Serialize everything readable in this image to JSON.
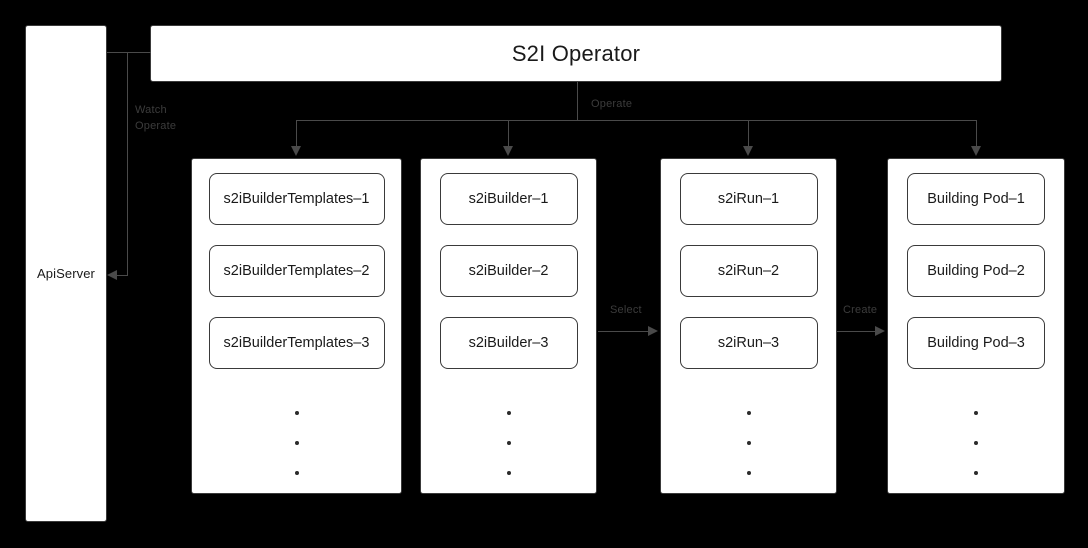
{
  "diagram": {
    "background_color": "#000000",
    "card_color": "#ffffff",
    "line_color": "#4a4a4a",
    "label_color": "#3c3c3c",
    "text_color": "#1a1a1a"
  },
  "header": {
    "title": "S2I Operator"
  },
  "apiserver": {
    "label": "ApiServer"
  },
  "edges": {
    "watch": "Watch",
    "operate_left": "Operate",
    "operate_top": "Operate",
    "select": "Select",
    "create": "Create"
  },
  "columns": [
    {
      "name": "s2iBuilderTemplates",
      "items": [
        "s2iBuilderTemplates–1",
        "s2iBuilderTemplates–2",
        "s2iBuilderTemplates–3"
      ],
      "ellipsis_dots": 3
    },
    {
      "name": "s2iBuilder",
      "items": [
        "s2iBuilder–1",
        "s2iBuilder–2",
        "s2iBuilder–3"
      ],
      "ellipsis_dots": 3
    },
    {
      "name": "s2iRun",
      "items": [
        "s2iRun–1",
        "s2iRun–2",
        "s2iRun–3"
      ],
      "ellipsis_dots": 3
    },
    {
      "name": "BuildingPod",
      "items": [
        "Building Pod–1",
        "Building Pod–2",
        "Building Pod–3"
      ],
      "ellipsis_dots": 3
    }
  ]
}
